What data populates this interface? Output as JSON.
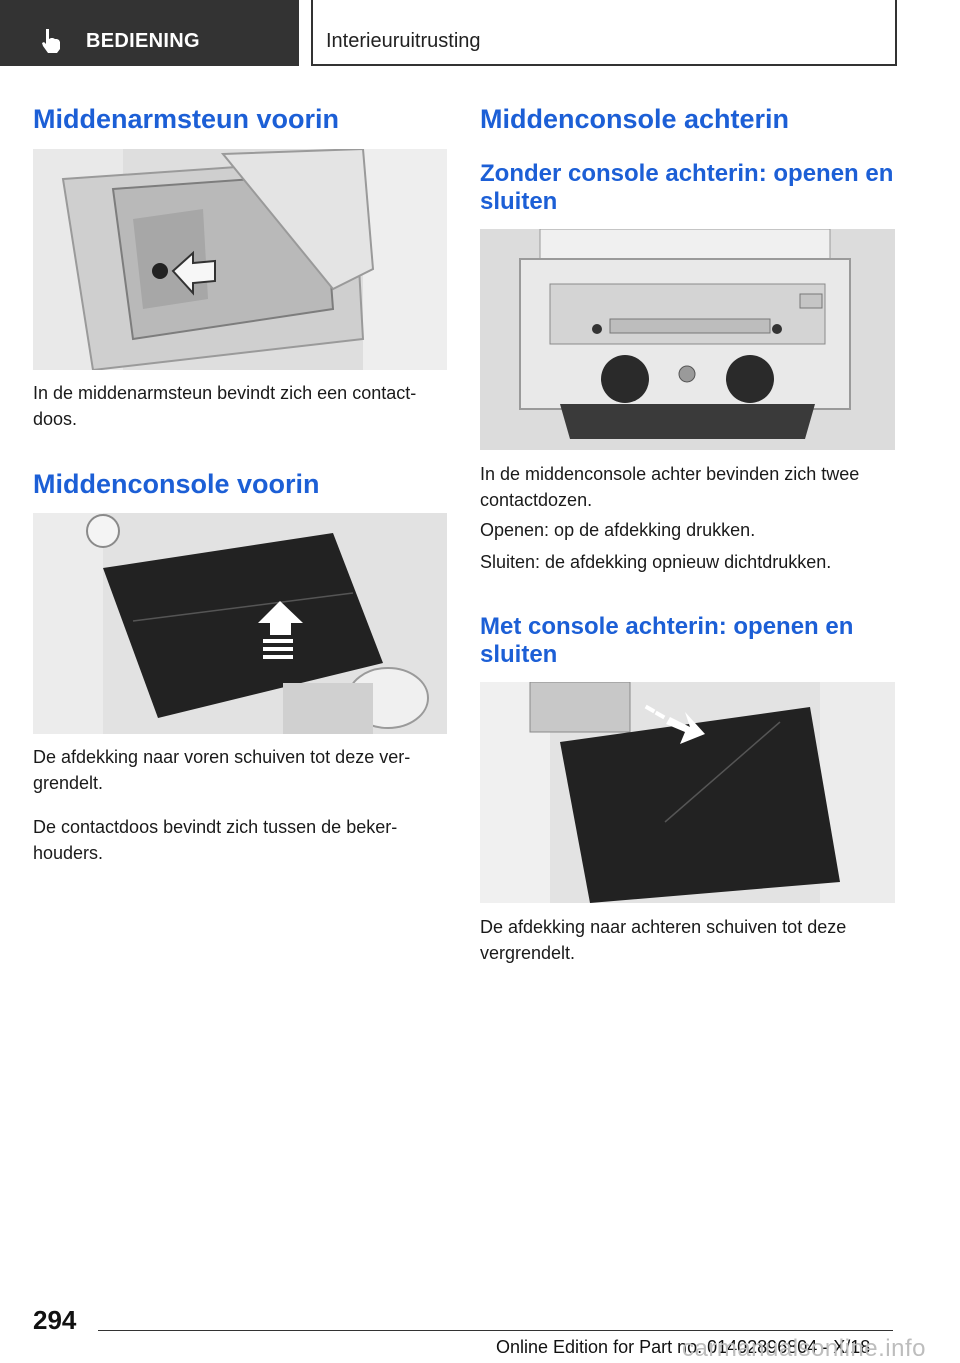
{
  "header": {
    "section": "BEDIENING",
    "topic": "Interieuruitrusting"
  },
  "left": {
    "h_armrest": "Middenarmsteun voorin",
    "p_armrest": [
      "In de middenarmsteun bevindt zich een contact-",
      "doos."
    ],
    "h_front_console": "Middenconsole voorin",
    "p_front_1": [
      "De afdekking naar voren schuiven tot deze ver-",
      "grendelt."
    ],
    "p_front_2": [
      "De contactdoos bevindt zich tussen de beker-",
      "houders."
    ]
  },
  "right": {
    "h_rear_console": "Middenconsole achterin",
    "h_without": [
      "Zonder console achterin: openen en",
      "sluiten"
    ],
    "p_without_1": [
      "In de middenconsole achter bevinden zich twee",
      "contactdozen."
    ],
    "p_without_2": "Openen: op de afdekking drukken.",
    "p_without_3": "Sluiten: de afdekking opnieuw dichtdrukken.",
    "h_with": [
      "Met console achterin: openen en",
      "sluiten"
    ],
    "p_with": [
      "De afdekking naar achteren schuiven tot deze",
      "vergrendelt."
    ]
  },
  "footer": {
    "page_number": "294",
    "edition": "Online Edition for Part no. 01402896804 - X/18",
    "watermark": "carmanualsonline.info"
  }
}
